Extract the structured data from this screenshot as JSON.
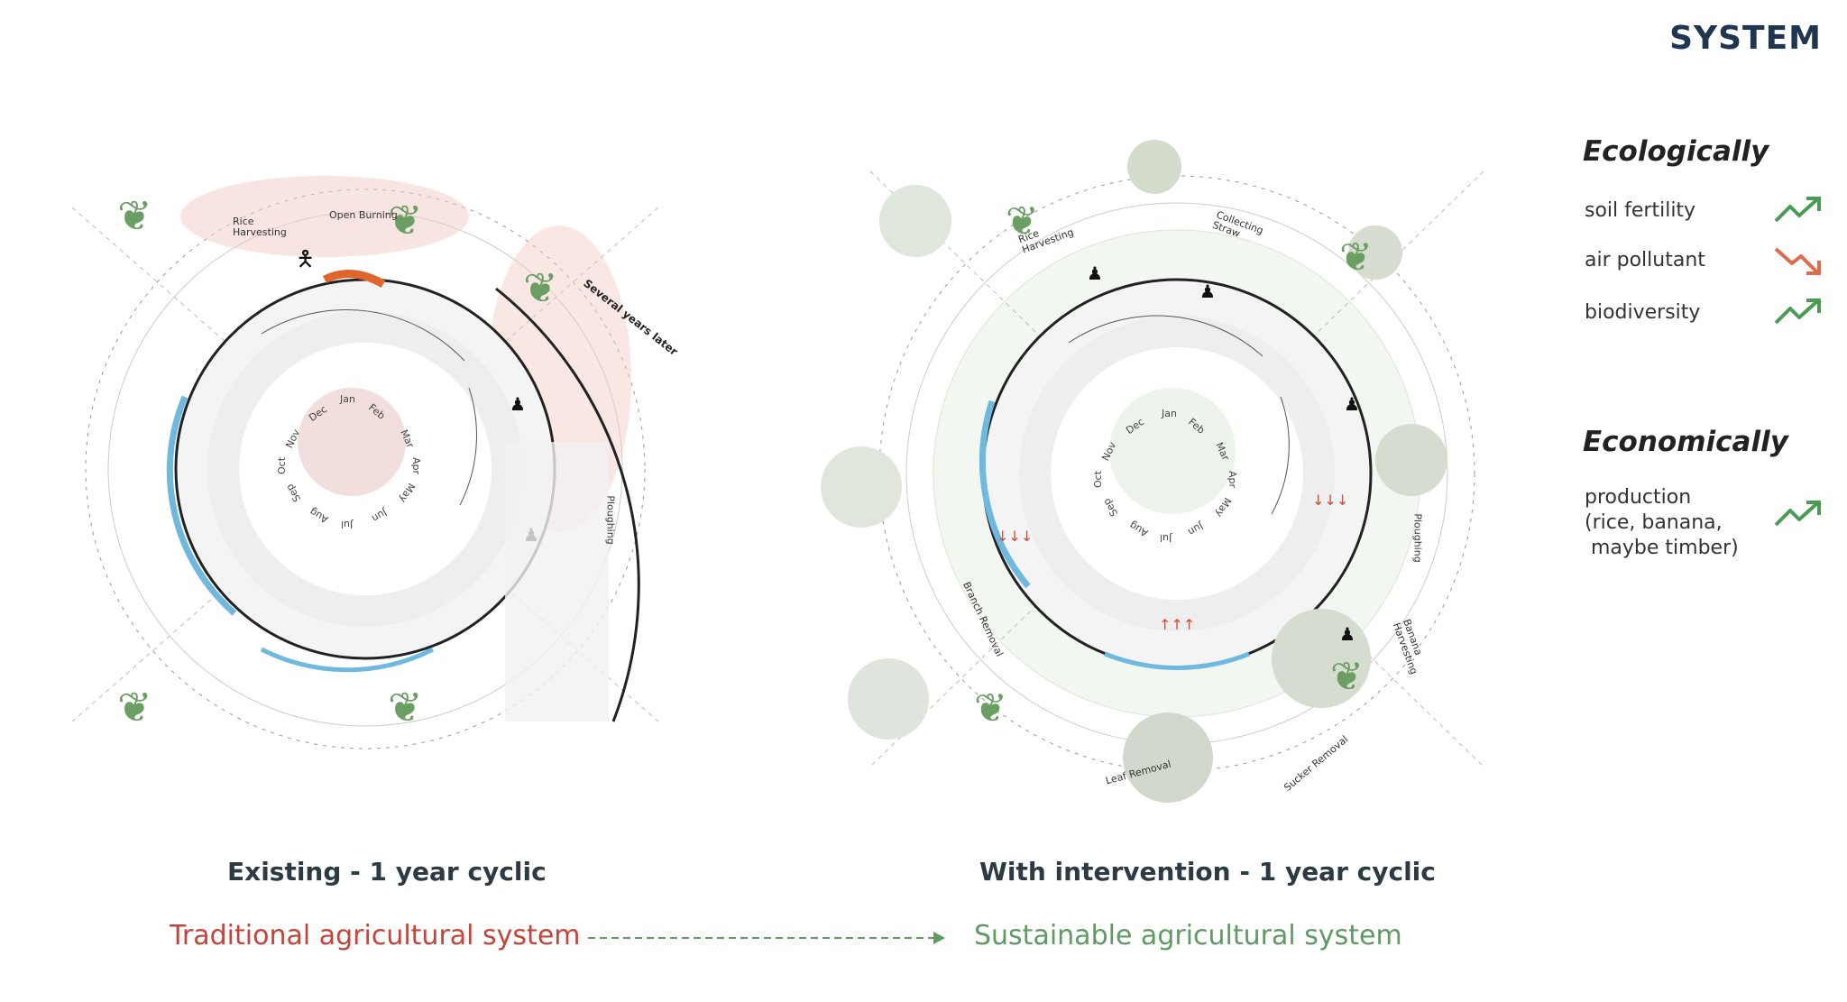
{
  "header": {
    "title": "SYSTEM"
  },
  "colors": {
    "trend_up": "#4c9a55",
    "trend_down": "#e06b4a",
    "traditional": "#c4443a",
    "sustainable": "#5e9a62",
    "water": "#6fb8de"
  },
  "diagrams": {
    "existing": {
      "caption": "Existing - 1 year cyclic",
      "months": [
        "Jan",
        "Feb",
        "Mar",
        "Apr",
        "May",
        "Jun",
        "Jul",
        "Aug",
        "Sep",
        "Oct",
        "Nov",
        "Dec"
      ],
      "activities": [
        "Rice Harvesting",
        "Open Burning",
        "Ploughing"
      ],
      "side_note": "Several years later"
    },
    "intervention": {
      "caption": "With intervention - 1 year cyclic",
      "months": [
        "Jan",
        "Feb",
        "Mar",
        "Apr",
        "May",
        "Jun",
        "Jul",
        "Aug",
        "Sep",
        "Oct",
        "Nov",
        "Dec"
      ],
      "activities": [
        "Rice Harvesting",
        "Collecting Straw",
        "Ploughing",
        "Banana Harvesting",
        "Sucker Removal",
        "Leaf Removal",
        "Branch Removal"
      ]
    }
  },
  "transition": {
    "from_label": "Traditional agricultural system",
    "to_label": "Sustainable agricultural system"
  },
  "legend": {
    "ecological": {
      "heading": "Ecologically",
      "items": [
        {
          "label": "soil fertility",
          "trend": "up",
          "icon": "trend-up-icon"
        },
        {
          "label": "air pollutant",
          "trend": "down",
          "icon": "trend-down-icon"
        },
        {
          "label": "biodiversity",
          "trend": "up",
          "icon": "trend-up-icon"
        }
      ]
    },
    "economic": {
      "heading": "Economically",
      "items": [
        {
          "label_lines": [
            "production",
            "(rice, banana,",
            " maybe timber)"
          ],
          "trend": "up",
          "icon": "trend-up-icon"
        }
      ]
    }
  }
}
